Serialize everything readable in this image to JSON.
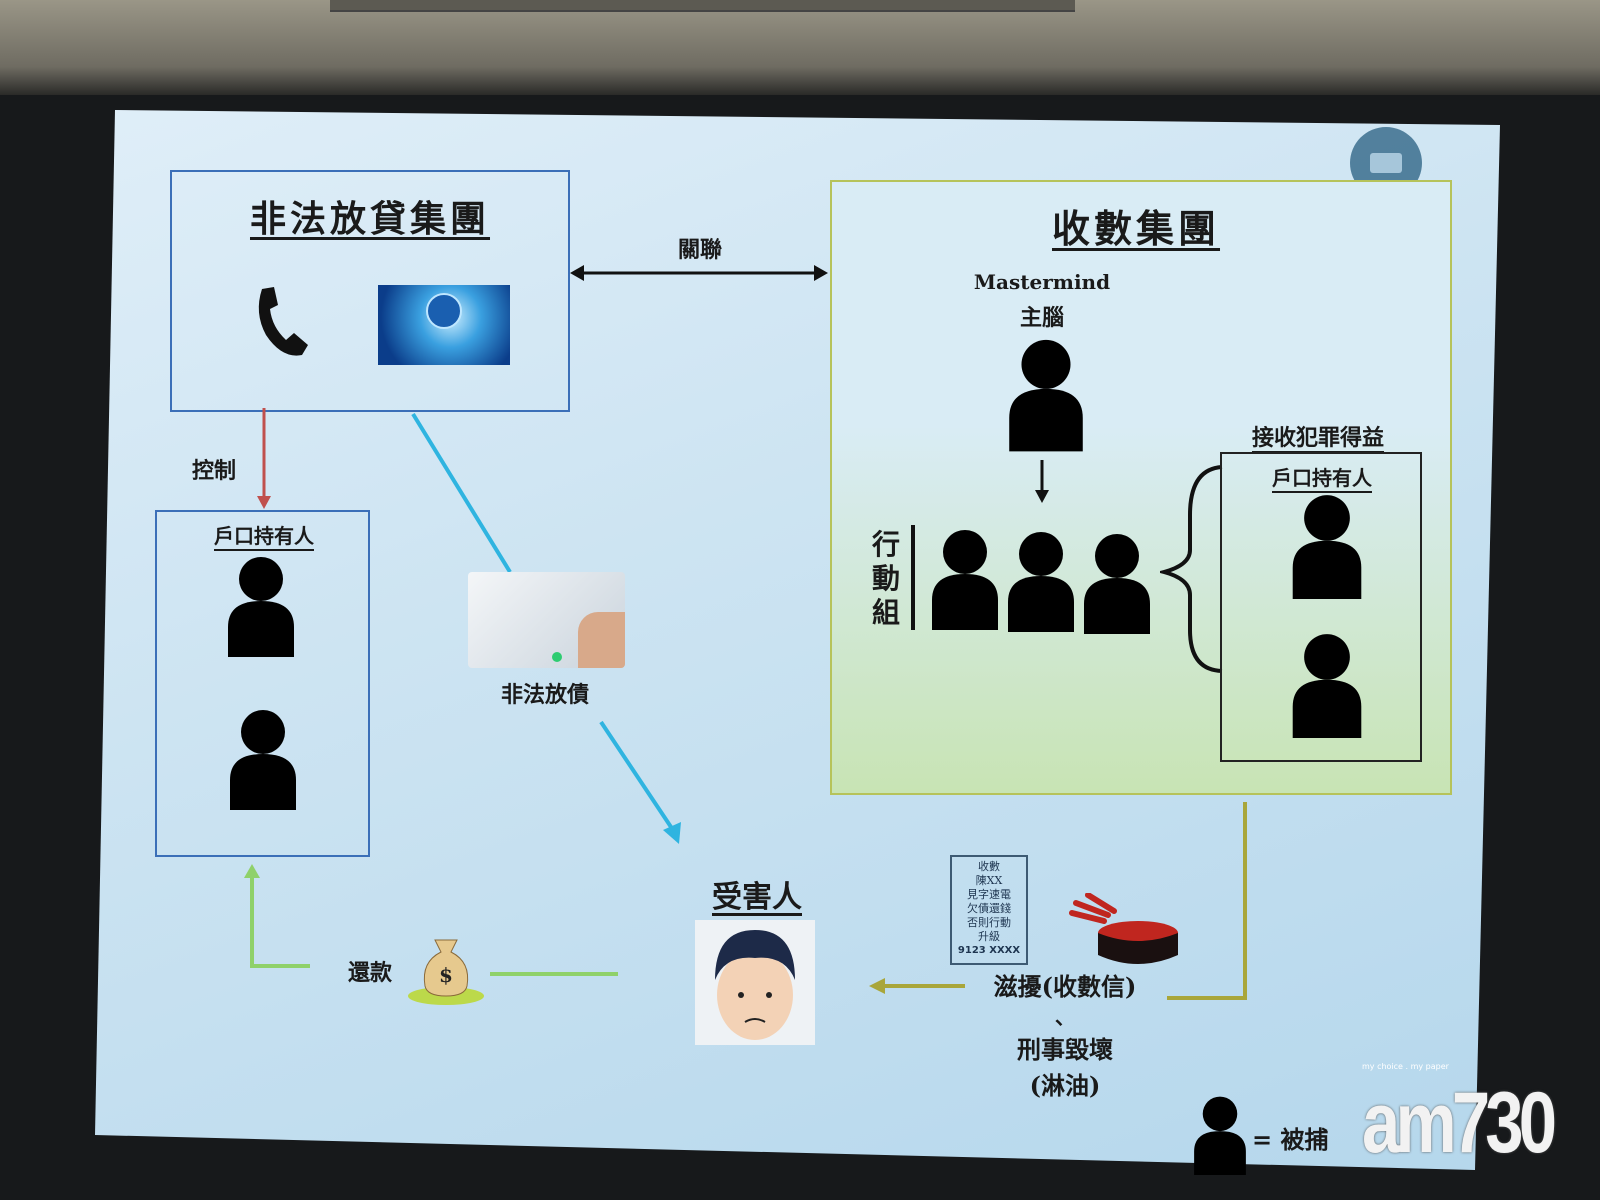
{
  "lending_group": {
    "title": "非法放貸集團"
  },
  "link_label": "關聯",
  "control_label": "控制",
  "left_accounts": {
    "title": "戶口持有人"
  },
  "illegal_lending_label": "非法放債",
  "collection_group": {
    "title": "收數集團",
    "mastermind_en": "Mastermind",
    "mastermind_zh": "主腦",
    "action_team": "行動組",
    "proceeds_label": "接收犯罪得益",
    "accounts_title": "戶口持有人"
  },
  "victim_label": "受害人",
  "repayment_label": "還款",
  "harassment": {
    "line1": "滋擾(收數信)",
    "sep": "、",
    "line2": "刑事毀壞",
    "line3": "(淋油)"
  },
  "letter": {
    "lines": [
      "收數",
      "陳XX",
      "見字速電",
      "欠債還錢",
      "否則行動",
      "升級",
      "9123 XXXX"
    ]
  },
  "legend": {
    "text": "= 被捕"
  },
  "watermark": {
    "brand": "am730",
    "tagline": "my choice . my paper"
  },
  "colors": {
    "control": "#c0504d",
    "lending": "#2fb4e0",
    "repay": "#8fd16a",
    "harass": "#a9a63a",
    "box": "#3b6fb8",
    "green_box": "#b6c35a"
  }
}
